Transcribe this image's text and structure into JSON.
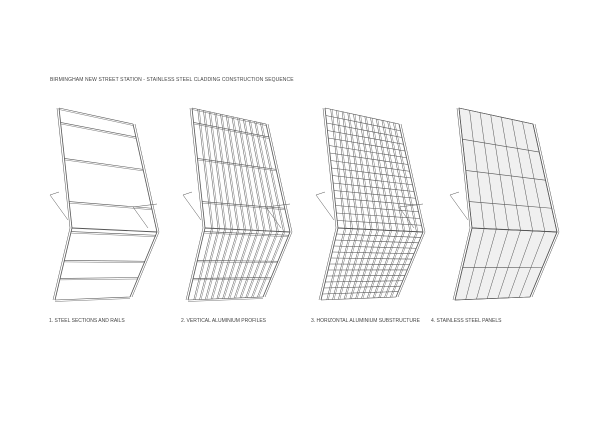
{
  "title": "BIRMINGHAM NEW STREET STATION - STAINLESS STEEL CLADDING CONSTRUCTION SEQUENCE",
  "stages": [
    {
      "label": "1. STEEL SECTIONS AND RAILS",
      "verticals": 0,
      "top_rails": [
        0,
        0.12,
        0.42,
        0.78
      ],
      "bottom_rails": [
        0.05,
        0.45,
        0.7,
        1
      ],
      "panels": false
    },
    {
      "label": "2. VERTICAL ALUMINIUM PROFILES",
      "verticals": 12,
      "top_rails": [
        0,
        0.12,
        0.42,
        0.78
      ],
      "bottom_rails": [
        0.05,
        0.45,
        0.7,
        1
      ],
      "panels": false
    },
    {
      "label": "3. HORIZONTAL ALUMINIUM SUBSTRUCTURE",
      "verticals": 12,
      "top_rails": "dense",
      "bottom_rails": "dense",
      "panels": false
    },
    {
      "label": "4. STAINLESS STEEL PANELS",
      "verticals": 6,
      "top_rails": [
        0,
        0.26,
        0.52,
        0.78,
        1
      ],
      "bottom_rails": [
        0,
        0.55,
        1
      ],
      "panels": true
    }
  ],
  "colors": {
    "line": "#555555",
    "panel": "#f0f0f0"
  }
}
